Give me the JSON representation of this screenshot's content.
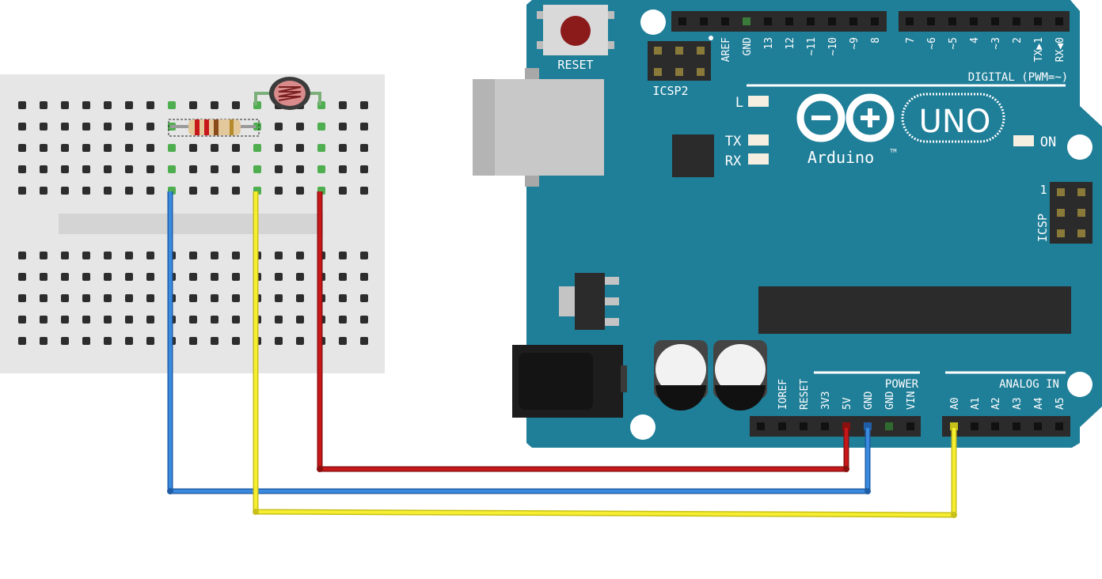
{
  "board": {
    "reset_label": "RESET",
    "icsp2_label": "ICSP2",
    "icsp_label": "ICSP",
    "icsp_pin1": "1",
    "digital_label": "DIGITAL (PWM=~)",
    "digital_pins_a": [
      "AREF",
      "GND",
      "13",
      "12",
      "~11",
      "~10",
      "~9",
      "8"
    ],
    "digital_pins_b": [
      "7",
      "~6",
      "~5",
      "4",
      "~3",
      "2",
      "TX▶1",
      "RX◀0"
    ],
    "led_l": "L",
    "led_tx": "TX",
    "led_rx": "RX",
    "led_on": "ON",
    "logo_uno": "UNO",
    "logo_name": "Arduino",
    "logo_tm": "TM",
    "power_label": "POWER",
    "power_pins": [
      "IOREF",
      "RESET",
      "3V3",
      "5V",
      "GND",
      "GND",
      "VIN"
    ],
    "analog_label": "ANALOG IN",
    "analog_pins": [
      "A0",
      "A1",
      "A2",
      "A3",
      "A4",
      "A5"
    ]
  },
  "wires": [
    {
      "name": "5V",
      "color": "#c8171a"
    },
    {
      "name": "GND",
      "color": "#2f7fd6"
    },
    {
      "name": "A0",
      "color": "#f2ea2a"
    }
  ],
  "colors": {
    "board": "#1f7e98",
    "breadboard": "#e8e8e8",
    "header": "#2b2b2b"
  }
}
